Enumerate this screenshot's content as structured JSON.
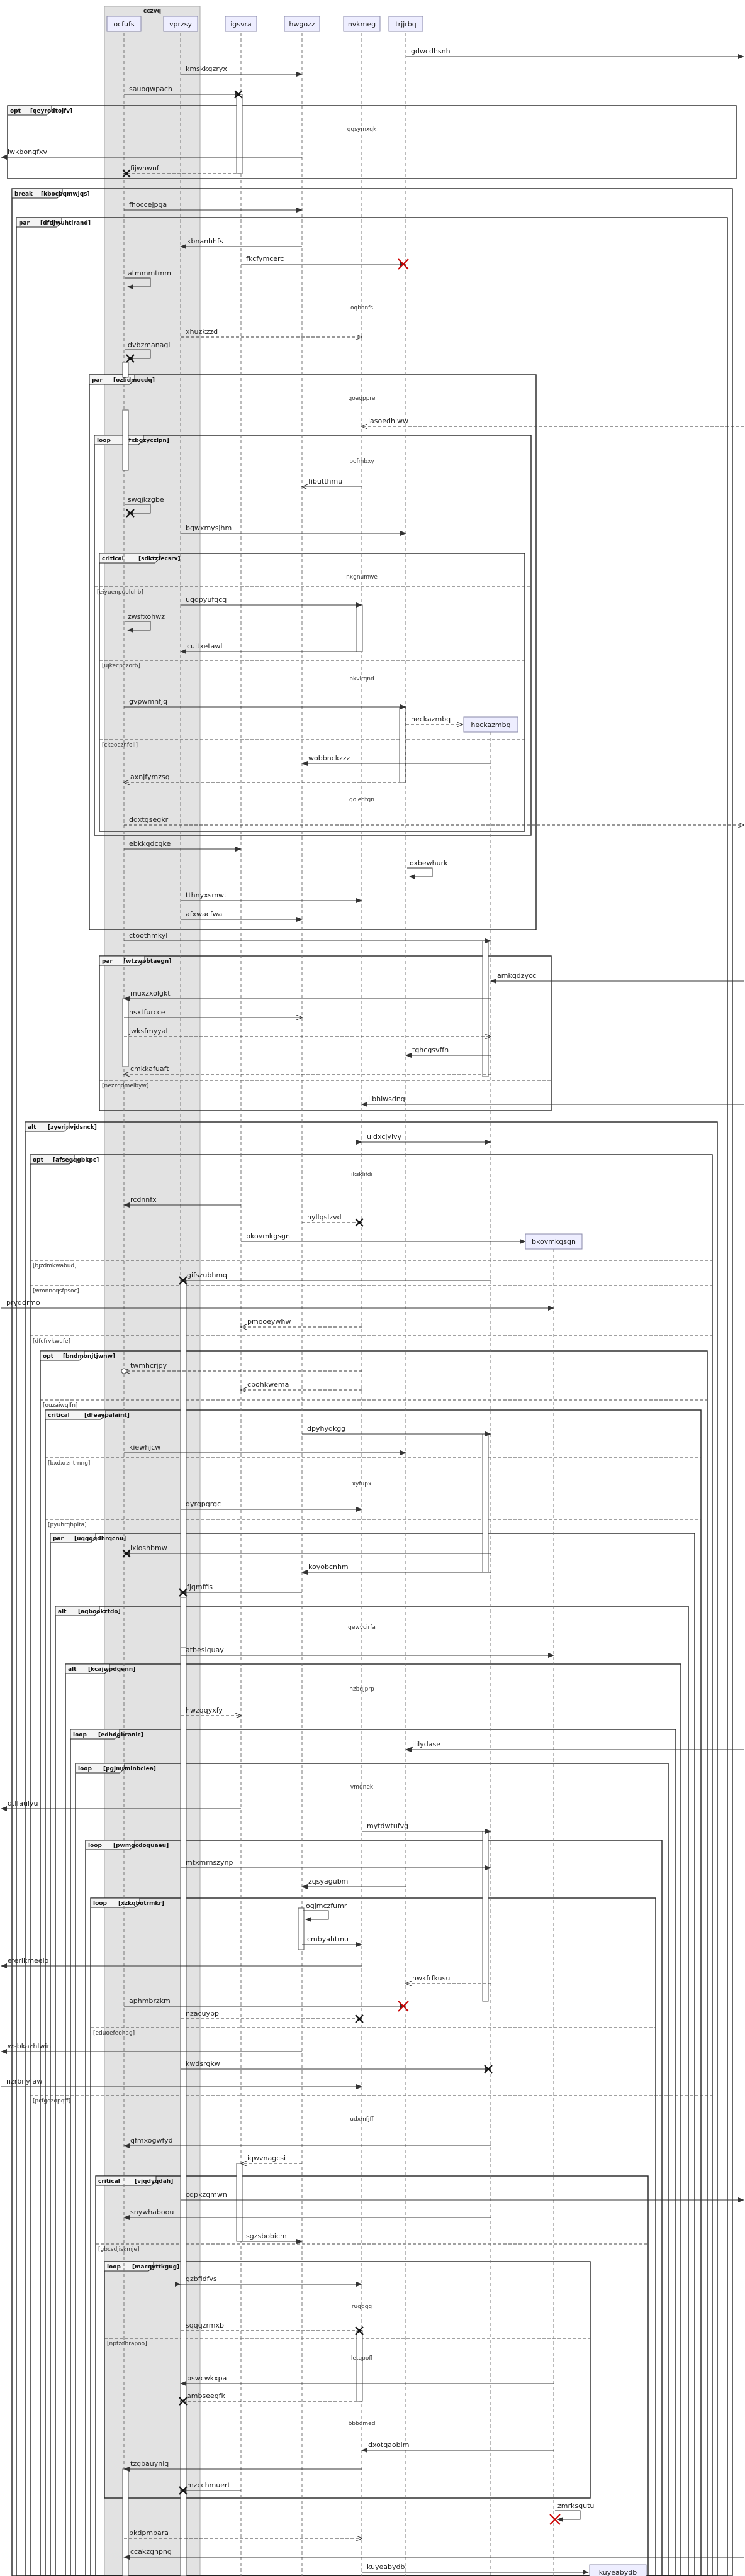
{
  "group": {
    "title": "cczvq"
  },
  "participants": [
    {
      "id": "ocfufs",
      "label": "ocfufs"
    },
    {
      "id": "vprzsy",
      "label": "vprzsy"
    },
    {
      "id": "igsvra",
      "label": "igsvra"
    },
    {
      "id": "hwgozz",
      "label": "hwgozz"
    },
    {
      "id": "nvkmeg",
      "label": "nvkmeg"
    },
    {
      "id": "trjjmbq",
      "label": "trjjrbq"
    }
  ],
  "created": [
    {
      "id": "heckazmbq",
      "label": "heckazmbq"
    },
    {
      "id": "bkovmkgsgn",
      "label": "bkovmkgsgn"
    },
    {
      "id": "kuyeabydb",
      "label": "kuyeabydb"
    }
  ],
  "fragments": [
    {
      "id": "f1",
      "tag": "opt",
      "guard": "[qeyrodtojfv]"
    },
    {
      "id": "f2",
      "tag": "break",
      "guard": "[kbocbqmwjqs]"
    },
    {
      "id": "f3",
      "tag": "par",
      "guard": "[dfdjwuhtlrand]"
    },
    {
      "id": "f4",
      "tag": "par",
      "guard": "[ozlidmocdq]"
    },
    {
      "id": "f5",
      "tag": "loop",
      "guard": "[qfxbqzyczlpn]"
    },
    {
      "id": "f6",
      "tag": "critical",
      "guard": "[sdktzfecsrv]"
    },
    {
      "id": "f7",
      "tag": "par",
      "guard": "[wtzwobtaegn]"
    },
    {
      "id": "f8",
      "tag": "alt",
      "guard": "[zyerinvjdsnck]"
    },
    {
      "id": "f9",
      "tag": "opt",
      "guard": "[afsegqgbkpc]"
    },
    {
      "id": "f10",
      "tag": "opt",
      "guard": "[bndmonjtjwnw]"
    },
    {
      "id": "f11",
      "tag": "critical",
      "guard": "[dfeaypalaint]"
    },
    {
      "id": "f12",
      "tag": "par",
      "guard": "[uqgqqdhrqcnu]"
    },
    {
      "id": "f13",
      "tag": "alt",
      "guard": "[aqbookztdo]"
    },
    {
      "id": "f14",
      "tag": "alt",
      "guard": "[kcajwpdgenn]"
    },
    {
      "id": "f15",
      "tag": "loop",
      "guard": "[edhdgbranic]"
    },
    {
      "id": "f16",
      "tag": "loop",
      "guard": "[pgjmrminbclea]"
    },
    {
      "id": "f17",
      "tag": "loop",
      "guard": "[pwmgcdoquaeu]"
    },
    {
      "id": "f18",
      "tag": "loop",
      "guard": "[xzkqbotrmkr]"
    },
    {
      "id": "f19",
      "tag": "critical",
      "guard": "[vjqdyqdah]"
    },
    {
      "id": "f20",
      "tag": "loop",
      "guard": "[macqyttkgug]"
    }
  ],
  "dividers": [
    {
      "id": "d1",
      "label": "[eiyuenpuoluhb]"
    },
    {
      "id": "d2",
      "label": "[ujkecpczorb]"
    },
    {
      "id": "d3",
      "label": "[ckeocznfoll]"
    },
    {
      "id": "d4",
      "label": "[nezzqdmelbyw]"
    },
    {
      "id": "d5",
      "label": "[bjzdmkwabud]"
    },
    {
      "id": "d6",
      "label": "[wmnncqsfpsoc]"
    },
    {
      "id": "d7",
      "label": "[dfcfrvkwufe]"
    },
    {
      "id": "d8",
      "label": "[ouzaiwqlfn]"
    },
    {
      "id": "d9",
      "label": "[bxdxrzntrnng]"
    },
    {
      "id": "d10",
      "label": "[pyuhrqhplta]"
    },
    {
      "id": "d11",
      "label": "[eduoefeohag]"
    },
    {
      "id": "d12",
      "label": "[pcfgqzopqff]"
    },
    {
      "id": "d13",
      "label": "[gbcsdjiskmje]"
    },
    {
      "id": "d14",
      "label": "[npfzdbrapoo]"
    }
  ],
  "notes": [
    {
      "id": "n1",
      "text": "qqsymxqk"
    },
    {
      "id": "n2",
      "text": "oqbonfs"
    },
    {
      "id": "n3",
      "text": "qoagppre"
    },
    {
      "id": "n4",
      "text": "bofmbxy"
    },
    {
      "id": "n5",
      "text": "nxgnumwe"
    },
    {
      "id": "n6",
      "text": "bkvirqnd"
    },
    {
      "id": "n7",
      "text": "goiedtgn"
    },
    {
      "id": "n8",
      "text": "iksklifdi"
    },
    {
      "id": "n9",
      "text": "xyfupx"
    },
    {
      "id": "n10",
      "text": "qewvcirfa"
    },
    {
      "id": "n11",
      "text": "hzbqjprp"
    },
    {
      "id": "n12",
      "text": "vmdnek"
    },
    {
      "id": "n13",
      "text": "udxmfjff"
    },
    {
      "id": "n14",
      "text": "rugqqg"
    },
    {
      "id": "n15",
      "text": "letqpofl"
    },
    {
      "id": "n16",
      "text": "bbbdmed"
    }
  ],
  "messages": [
    {
      "id": "m1",
      "text": "gdwcdhsnh"
    },
    {
      "id": "m2",
      "text": "kmskkgzryx"
    },
    {
      "id": "m3",
      "text": "sauogwpach"
    },
    {
      "id": "m4",
      "text": "iwkbongfxv"
    },
    {
      "id": "m5",
      "text": "fijwnwnf"
    },
    {
      "id": "m6",
      "text": "fhoccejpga"
    },
    {
      "id": "m7",
      "text": "kbnanhhfs"
    },
    {
      "id": "m8",
      "text": "fkcfymcerc"
    },
    {
      "id": "m9",
      "text": "atmmmtmm"
    },
    {
      "id": "m10",
      "text": "xhuzkzzd"
    },
    {
      "id": "m11",
      "text": "dvbzmanagi"
    },
    {
      "id": "m12",
      "text": "lasoedhiww"
    },
    {
      "id": "m13",
      "text": "fibutthmu"
    },
    {
      "id": "m14",
      "text": "swqjkzgbe"
    },
    {
      "id": "m15",
      "text": "bqwxmysjhm"
    },
    {
      "id": "m16",
      "text": "uqdpyufqcq"
    },
    {
      "id": "m17",
      "text": "zwsfxohwz"
    },
    {
      "id": "m18",
      "text": "cuitxetawl"
    },
    {
      "id": "m19",
      "text": "gvpwmnfjq"
    },
    {
      "id": "m20",
      "text": "heckazmbq"
    },
    {
      "id": "m21",
      "text": "wobbnckzzz"
    },
    {
      "id": "m22",
      "text": "axnjfymzsq"
    },
    {
      "id": "m23",
      "text": "ddxtgsegkr"
    },
    {
      "id": "m24",
      "text": "ebkkqdcgke"
    },
    {
      "id": "m25",
      "text": "oxbewhurk"
    },
    {
      "id": "m26",
      "text": "tthnyxsmwt"
    },
    {
      "id": "m27",
      "text": "afxwacfwa"
    },
    {
      "id": "m28",
      "text": "ctoothmkyl"
    },
    {
      "id": "m29",
      "text": "amkgdzycc"
    },
    {
      "id": "m30",
      "text": "muxzxolgkt"
    },
    {
      "id": "m31",
      "text": "nsxtfurcce"
    },
    {
      "id": "m32",
      "text": "jwksfmyyal"
    },
    {
      "id": "m33",
      "text": "tghcgsvffn"
    },
    {
      "id": "m34",
      "text": "cmkkafuaft"
    },
    {
      "id": "m35",
      "text": "jlbhlwsdnq"
    },
    {
      "id": "m36",
      "text": "uidxcjylvy"
    },
    {
      "id": "m37",
      "text": "rcdnnfx"
    },
    {
      "id": "m38",
      "text": "hyllqslzvd"
    },
    {
      "id": "m39",
      "text": "bkovmkgsgn"
    },
    {
      "id": "m40",
      "text": "gifszubhmq"
    },
    {
      "id": "m41",
      "text": "pryddrmo"
    },
    {
      "id": "m42",
      "text": "pmooeywhw"
    },
    {
      "id": "m43",
      "text": "twmhcrjpy"
    },
    {
      "id": "m44",
      "text": "cpohkwema"
    },
    {
      "id": "m45",
      "text": "dpyhyqkgg"
    },
    {
      "id": "m46",
      "text": "kiewhjcw"
    },
    {
      "id": "m47",
      "text": "qyrqpqrgc"
    },
    {
      "id": "m48",
      "text": "ixioshbmw"
    },
    {
      "id": "m49",
      "text": "koyobcnhm"
    },
    {
      "id": "m50",
      "text": "fjqmffis"
    },
    {
      "id": "m51",
      "text": "atbesiquay"
    },
    {
      "id": "m52",
      "text": "hwzqqyxfy"
    },
    {
      "id": "m53",
      "text": "jlilydase"
    },
    {
      "id": "m54",
      "text": "dtlfaulyu"
    },
    {
      "id": "m55",
      "text": "mytdwtufvg"
    },
    {
      "id": "m56",
      "text": "mtxmrnszynp"
    },
    {
      "id": "m57",
      "text": "zqsyagubm"
    },
    {
      "id": "m58",
      "text": "oqjmczfumr"
    },
    {
      "id": "m59",
      "text": "cmbyahtmu"
    },
    {
      "id": "m60",
      "text": "hwkfrfkusu"
    },
    {
      "id": "m61",
      "text": "aphmbrzkm"
    },
    {
      "id": "m62",
      "text": "nzacuypp"
    },
    {
      "id": "m63",
      "text": "eferlkmeelo"
    },
    {
      "id": "m64",
      "text": "kwdsrgkw"
    },
    {
      "id": "m65",
      "text": "wsbkazhlwin"
    },
    {
      "id": "m66",
      "text": "nzrbnyfaw"
    },
    {
      "id": "m67",
      "text": "qfmxogwfyd"
    },
    {
      "id": "m68",
      "text": "iqwvnagcsi"
    },
    {
      "id": "m69",
      "text": "cdpkzqmwn"
    },
    {
      "id": "m70",
      "text": "snywhaboou"
    },
    {
      "id": "m71",
      "text": "sgzsbobicm"
    },
    {
      "id": "m72",
      "text": "gzbfidfvs"
    },
    {
      "id": "m73",
      "text": "sqqqzrmxb"
    },
    {
      "id": "m74",
      "text": "pswcwkxpa"
    },
    {
      "id": "m75",
      "text": "ambseegfk"
    },
    {
      "id": "m76",
      "text": "dxotqaoblm"
    },
    {
      "id": "m77",
      "text": "tzgbauyniq"
    },
    {
      "id": "m78",
      "text": "mzcchmuert"
    },
    {
      "id": "m79",
      "text": "zmrksqutu"
    },
    {
      "id": "m80",
      "text": "bkdpmpara"
    },
    {
      "id": "m81",
      "text": "ccakzghpng"
    },
    {
      "id": "m82",
      "text": "kuyeabydb"
    }
  ]
}
